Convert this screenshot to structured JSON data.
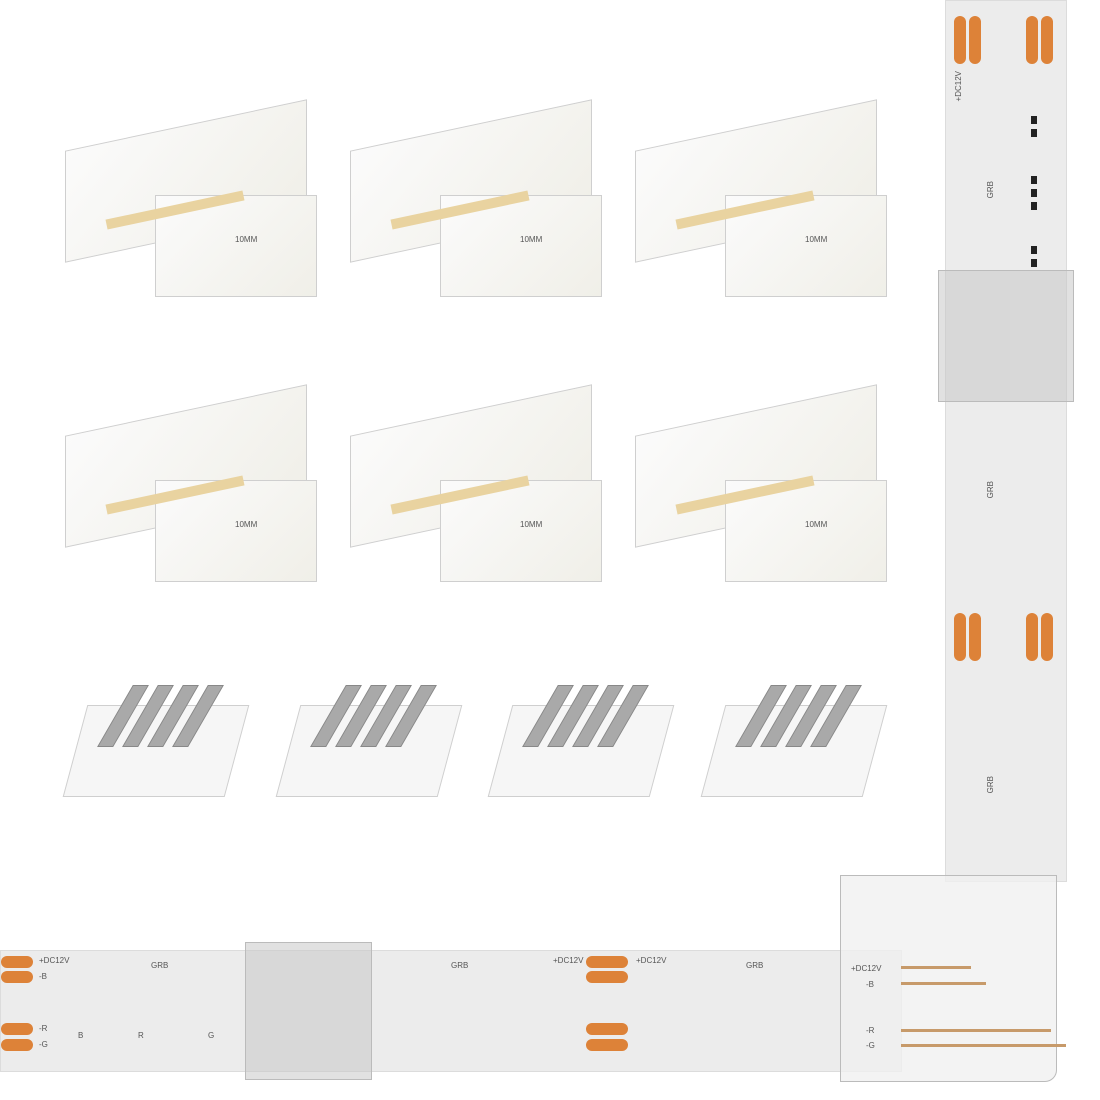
{
  "image": {
    "description": "Product photo: L-shaped solderless connectors and straight clip connectors for 4-pin RGB COB LED strips",
    "background": "#ffffff",
    "accent_color": "#dd8238"
  },
  "l_connectors": {
    "count": 6,
    "marking": "10MM",
    "items": [
      {
        "id": "l1"
      },
      {
        "id": "l2"
      },
      {
        "id": "l3"
      },
      {
        "id": "l4"
      },
      {
        "id": "l5"
      },
      {
        "id": "l6"
      }
    ]
  },
  "straight_clips": {
    "count": 4,
    "items": [
      {
        "id": "c1"
      },
      {
        "id": "c2"
      },
      {
        "id": "c3"
      },
      {
        "id": "c4"
      }
    ]
  },
  "strip": {
    "pin_labels": {
      "vcc": "+DC12V",
      "b": "-B",
      "r": "-R",
      "g": "-G"
    },
    "type_label": "GRB",
    "led_labels": {
      "b": "B",
      "r": "R",
      "g": "G"
    }
  }
}
